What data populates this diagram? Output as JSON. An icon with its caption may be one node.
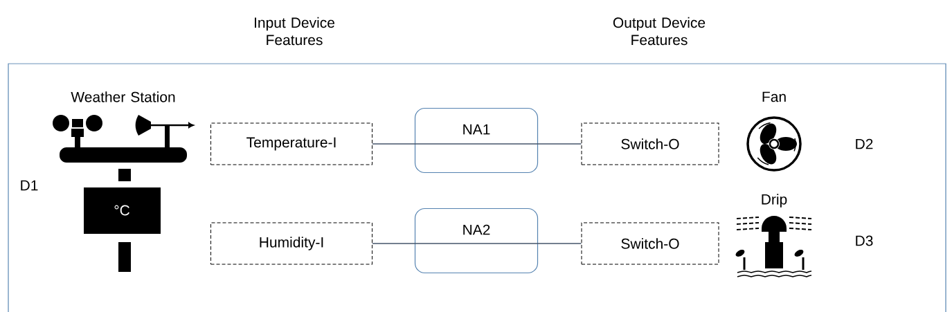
{
  "diagram": {
    "nodes": [
      {
        "text": [
          "Temperature-I"
        ]
      },
      {
        "text": [
          "NA1"
        ]
      },
      {
        "text": [
          "Switch-O"
        ]
      },
      {
        "text": [
          "Humidity-I"
        ]
      },
      {
        "text": [
          "NA2"
        ]
      },
      {
        "text": [
          "Switch-O"
        ]
      }
    ],
    "edges": [
      {
        "from": 0,
        "to": 1,
        "arrow": "none"
      },
      {
        "from": 1,
        "to": 2,
        "arrow": "none"
      },
      {
        "from": 3,
        "to": 4,
        "arrow": "none"
      },
      {
        "from": 4,
        "to": 5,
        "arrow": "none"
      }
    ],
    "labels": [
      "Input Device Features",
      "Output Device Features",
      "Weather Station",
      "Fan",
      "D2",
      "D1",
      "°C",
      "Drip",
      "D3"
    ]
  }
}
